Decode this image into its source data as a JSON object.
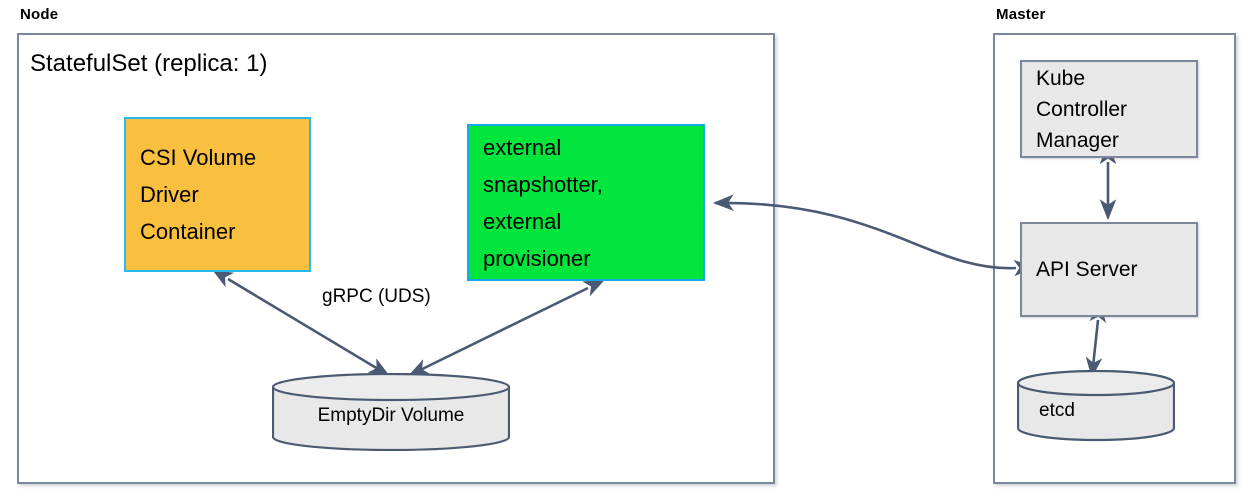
{
  "diagram": {
    "title_node": "Node",
    "title_master": "Master",
    "statefulset_title": "StatefulSet (replica: 1)",
    "colors": {
      "csi_fill": "#f9bf3f",
      "csi_border": "#28b9f0",
      "green_fill": "#00e63c",
      "green_border": "#14a9ea",
      "gray_fill": "#e8e8e8",
      "gray_border": "#7a879c",
      "arrow": "#4a5a73",
      "group_border": "#7a879c"
    },
    "nodes": {
      "csi_driver": {
        "lines": [
          "CSI Volume",
          "Driver",
          "Container"
        ],
        "full_label": "CSI Volume Driver Container"
      },
      "external_components": {
        "lines": [
          "external",
          "snapshotter,",
          "external",
          "provisioner"
        ],
        "full_label": "external snapshotter, external provisioner"
      },
      "emptydir": {
        "label": "EmptyDir Volume"
      },
      "kube_controller_manager": {
        "lines": [
          "Kube",
          "Controller",
          "Manager"
        ],
        "full_label": "Kube Controller Manager"
      },
      "api_server": {
        "label": "API Server"
      },
      "etcd": {
        "label": "etcd"
      }
    },
    "edges": {
      "grpc_uds": "gRPC (UDS)"
    }
  }
}
